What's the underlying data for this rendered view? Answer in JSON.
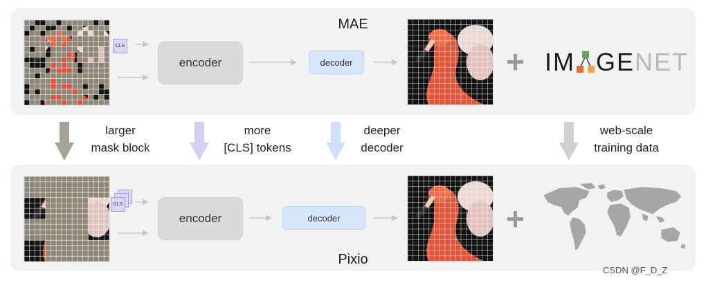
{
  "top": {
    "title": "MAE",
    "cls_label": "CLS",
    "encoder_label": "encoder",
    "decoder_label": "decoder",
    "imagenet_logo": "IMAGENET"
  },
  "bottom": {
    "title": "Pixio",
    "cls_label": "CLS",
    "encoder_label": "encoder",
    "decoder_label": "decoder"
  },
  "changes": [
    {
      "line1": "larger",
      "line2": "mask block",
      "color": "#a8a195"
    },
    {
      "line1": "more",
      "line2": "[CLS] tokens",
      "color": "#d4cff3"
    },
    {
      "line1": "deeper",
      "line2": "decoder",
      "color": "#cfe0f9"
    },
    {
      "line1": "web-scale",
      "line2": "training data",
      "color": "#d0d0d0"
    }
  ],
  "watermark": "CSDN @F_D_Z",
  "colors": {
    "panel_bg": "#f2f2f2",
    "encoder_bg": "#dadada",
    "decoder_bg": "#d6e7fb",
    "cls_bg": "#ddd6fb",
    "mask_gray": "#8e8778",
    "flamingo": "#e2543a"
  }
}
